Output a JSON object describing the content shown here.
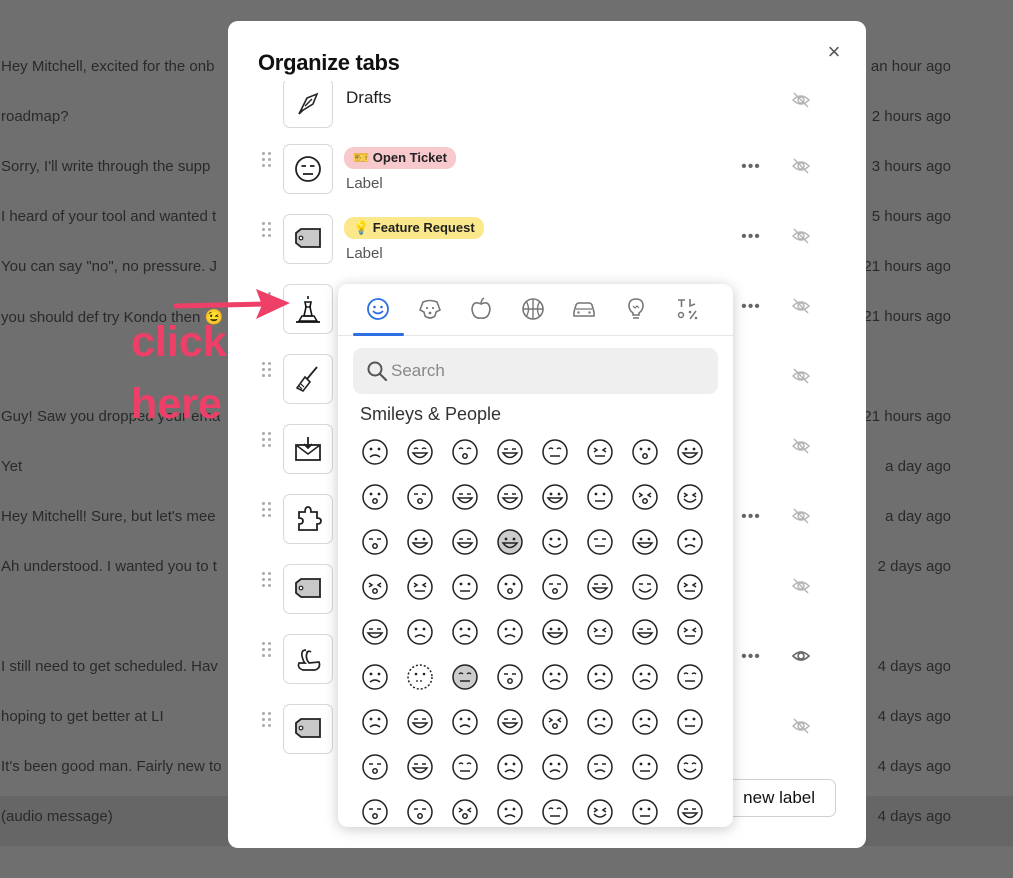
{
  "background_rows": [
    {
      "message": "Hey Mitchell, excited for the onb",
      "time": "an hour ago"
    },
    {
      "message": "roadmap?",
      "time": "2 hours ago"
    },
    {
      "message": "Sorry, I'll write through the supp",
      "time": "3 hours ago"
    },
    {
      "message": "I heard of your tool and wanted t",
      "time": "5 hours ago"
    },
    {
      "message": "You can say \"no\", no pressure. J",
      "time": "21 hours ago"
    },
    {
      "message": "you should def try Kondo then 😉",
      "time": "21 hours ago"
    },
    {
      "message": "Guy! Saw you dropped your ema",
      "time": "21 hours ago"
    },
    {
      "message": "Yet",
      "time": "a day ago"
    },
    {
      "message": "Hey Mitchell! Sure, but let's mee",
      "time": "a day ago"
    },
    {
      "message": "Ah understood. I wanted you to t",
      "time": "2 days ago"
    },
    {
      "message": "I still need to get scheduled. Hav",
      "time": "4 days ago"
    },
    {
      "message": "hoping to get better at LI",
      "time": "4 days ago"
    },
    {
      "message": "It's been good man. Fairly new to",
      "time": "4 days ago"
    },
    {
      "message": "(audio message)",
      "time": "4 days ago"
    }
  ],
  "modal": {
    "title": "Organize tabs",
    "close_icon": "×",
    "more_icon": "•••",
    "new_label_button": "new label",
    "tabs": [
      {
        "icon": "pen-nib-icon",
        "title": "Drafts",
        "visible": false
      },
      {
        "icon": "expressionless-face-icon",
        "badge": "🎫 Open Ticket",
        "badge_color": "#f7c8cc",
        "sublabel": "Label",
        "visible": false
      },
      {
        "icon": "tag-icon",
        "badge": "💡 Feature Request",
        "badge_color": "#fbe88a",
        "sublabel": "Label",
        "visible": false
      },
      {
        "icon": "tower-icon",
        "visible": false
      },
      {
        "icon": "broom-icon",
        "visible": false
      },
      {
        "icon": "envelope-arrow-icon",
        "visible": false
      },
      {
        "icon": "puzzle-piece-icon",
        "visible": false
      },
      {
        "icon": "tag-icon",
        "visible": false
      },
      {
        "icon": "swan-icon",
        "visible": true
      },
      {
        "icon": "tag-icon",
        "visible": false
      }
    ]
  },
  "emoji_picker": {
    "categories": [
      "smiley-icon",
      "dog-icon",
      "apple-icon",
      "basketball-icon",
      "car-icon",
      "lightbulb-icon",
      "symbols-icon"
    ],
    "active_category": "smiley-icon",
    "accent_color": "#2f6fe4",
    "search_placeholder": "Search",
    "section_title": "Smileys & People",
    "emojis": [
      "grinning",
      "grinning-big-eyes",
      "grinning-smiling-eyes",
      "beaming",
      "squinting",
      "grinning-sweat",
      "rolling-laughing",
      "tears-of-joy",
      "slightly-smiling",
      "upside-down",
      "melting",
      "winking",
      "smiling-eyes",
      "halo",
      "hearts",
      "heart-eyes",
      "star-struck",
      "blowing-kiss",
      "kissing",
      "smiling-tear",
      "kissing-smiling-eyes",
      "kissing-closed-eyes",
      "smiling-drop",
      "savoring",
      "tongue",
      "winking-tongue",
      "zany",
      "squinting-tongue",
      "money-mouth",
      "hugging",
      "hand-over-mouth",
      "open-eyes-hand",
      "peeking",
      "shushing",
      "thinking",
      "saluting",
      "zipper-mouth",
      "raised-eyebrow",
      "neutral",
      "expressionless",
      "no-mouth",
      "dotted-line",
      "in-clouds",
      "clouds-face",
      "smirking",
      "unamused",
      "eye-roll",
      "grimacing",
      "exhaling",
      "shaking",
      "relieved",
      "pensive",
      "sleepy",
      "drooling",
      "sleeping",
      "mask",
      "thermometer",
      "bandage",
      "nauseated",
      "vomiting",
      "sneezing",
      "hot",
      "cold",
      "woozy",
      "knocked-out",
      "spiral-eyes",
      "cowboy",
      "partying",
      "disguised",
      "sunglasses",
      "nerd",
      "monocle"
    ]
  },
  "annotation": {
    "text_line1": "click",
    "text_line2": "here",
    "color": "#ee3f68"
  }
}
